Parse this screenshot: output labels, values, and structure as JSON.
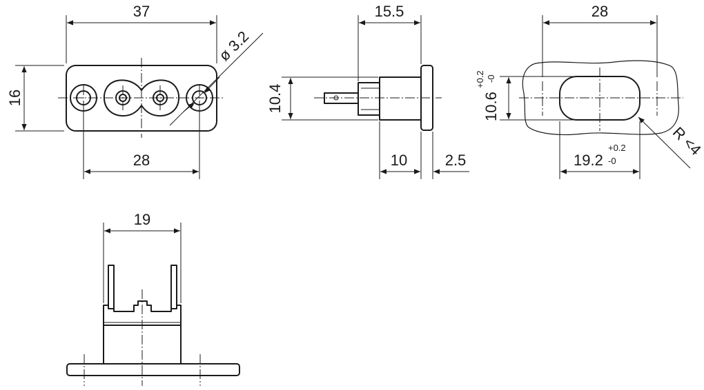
{
  "dimensions": {
    "front_width": "37",
    "front_height": "16",
    "front_hole_pitch": "28",
    "hole_diameter": "ø 3.2",
    "side_depth": "15.5",
    "side_pin_height": "10.4",
    "side_body_depth": "10",
    "side_flange": "2.5",
    "cutout_width": "28",
    "cutout_height": "10.6",
    "cutout_height_tol_upper": "+0.2",
    "cutout_height_tol_lower": "-0",
    "cutout_length": "19.2",
    "cutout_length_tol_upper": "+0.2",
    "cutout_length_tol_lower": "-0",
    "cutout_radius": "R <4",
    "bottom_width": "19"
  }
}
